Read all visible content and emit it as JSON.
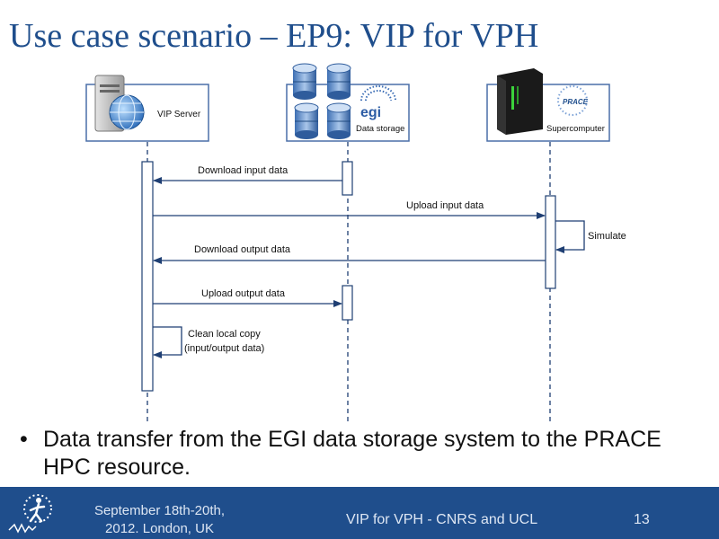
{
  "title": "Use case scenario – EP9: VIP for VPH",
  "actors": {
    "vip_server": "VIP Server",
    "data_storage": "Data storage",
    "supercomputer": "Supercomputer",
    "egi_logo_text": "egi",
    "prace_logo_text": "PRACE"
  },
  "messages": {
    "download_input": "Download input data",
    "upload_input": "Upload input data",
    "simulate": "Simulate",
    "download_output": "Download output data",
    "upload_output": "Upload output data",
    "clean_line1": "Clean local copy",
    "clean_line2": "(input/output data)"
  },
  "bullet": "Data transfer from the EGI data storage system to the PRACE HPC resource.",
  "footer": {
    "date_line1": "September 18th-20th,",
    "date_line2": "2012. London, UK",
    "center": "VIP for VPH - CNRS and UCL",
    "page_number": "13"
  },
  "colors": {
    "title": "#1f4e8c",
    "arrow": "#1f3f73",
    "footer_bg": "#1f4e8c",
    "box_border": "#4a6fa8"
  }
}
